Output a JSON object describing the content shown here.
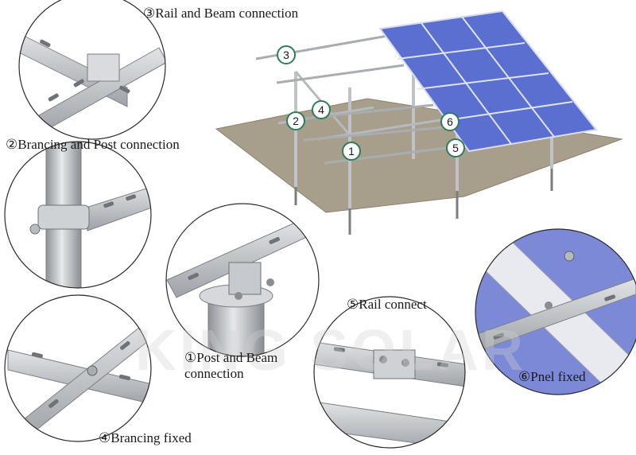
{
  "labels": {
    "rail_beam": "③Rail and Beam connection",
    "bracing_post": "②Brancing and Post connection",
    "post_beam_line1": "①Post and Beam",
    "post_beam_line2": "connection",
    "rail_connect": "⑤Rail connect",
    "panel_fixed": "⑥Pnel  fixed",
    "bracing_fixed": "④Brancing fixed"
  },
  "markers": [
    "3",
    "2",
    "4",
    "6",
    "1",
    "5"
  ],
  "watermark": "KING SOLAR",
  "colors": {
    "ground": "#a89e8c",
    "panel": "#5a6fd0",
    "steel": "#c9ccd0",
    "circle_border": "#2b2b2b",
    "marker_ring": "#2e7d57"
  }
}
